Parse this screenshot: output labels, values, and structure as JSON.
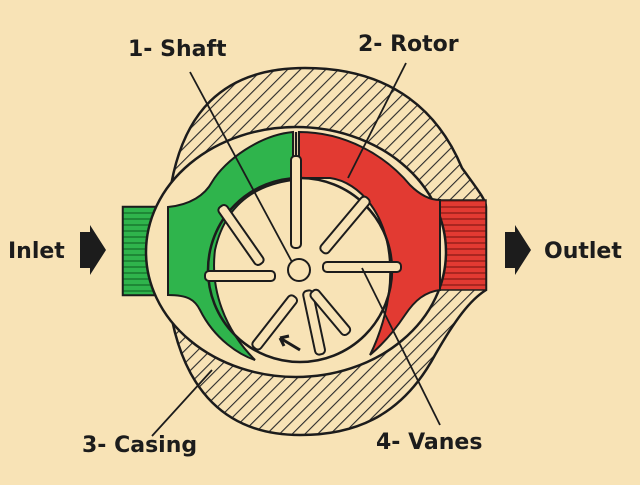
{
  "labels": {
    "shaft": "1- Shaft",
    "rotor": "2- Rotor",
    "casing": "3- Casing",
    "vanes": "4- Vanes",
    "inlet": "Inlet",
    "outlet": "Outlet"
  },
  "colors": {
    "background": "#f8e3b6",
    "inlet_fluid": "#2fb44c",
    "outlet_fluid": "#e23a32",
    "outline": "#1c1c1c",
    "hatch": "#2a2a2a"
  },
  "icons": {
    "inlet_arrow": "arrow-right-icon",
    "outlet_arrow": "arrow-right-icon",
    "rotation_arrow": "rotation-arrow-icon"
  }
}
